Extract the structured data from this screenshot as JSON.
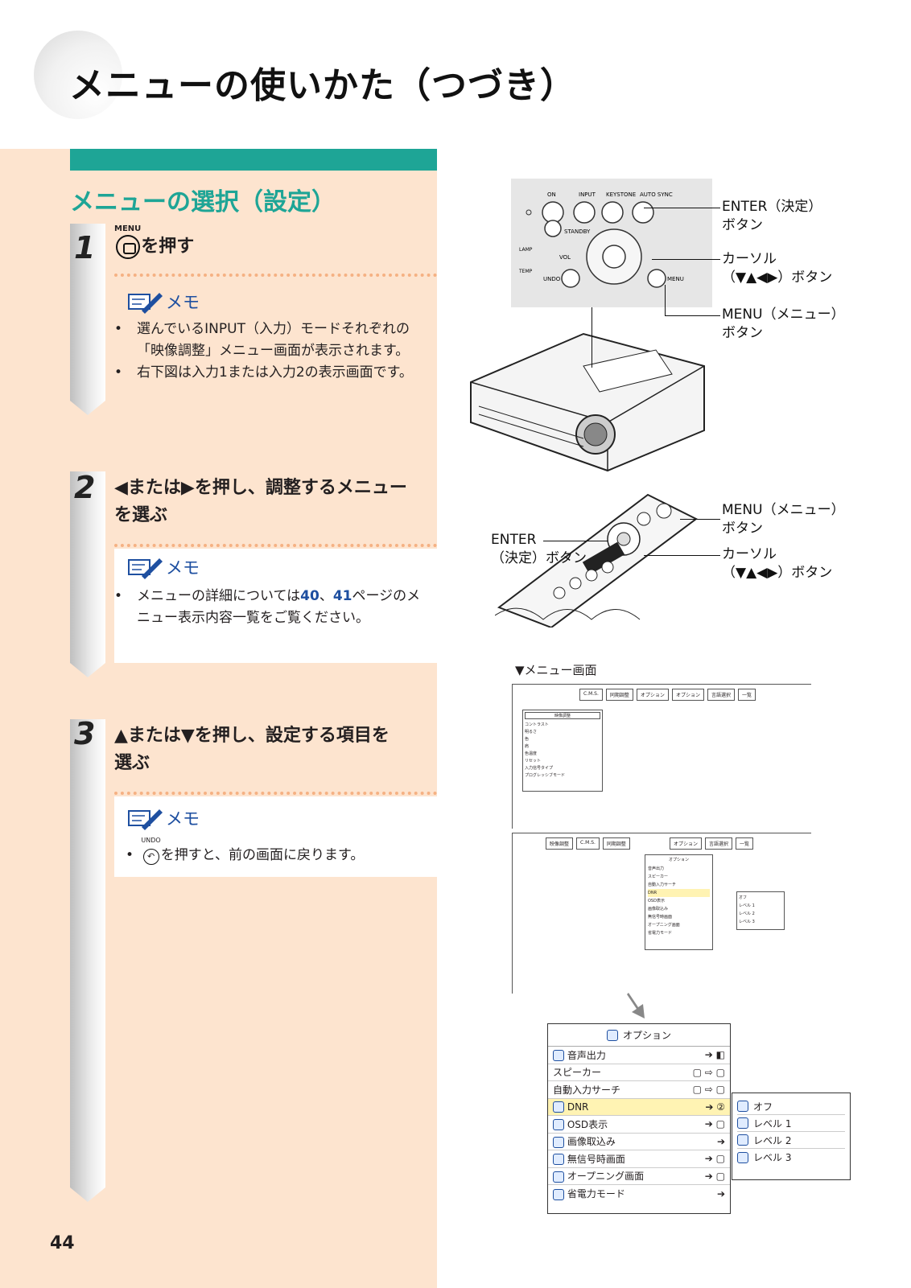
{
  "page": {
    "title": "メニューの使いかた（つづき）",
    "page_number": "44"
  },
  "section": {
    "title": "メニューの選択（設定）"
  },
  "steps": [
    {
      "number": "1",
      "menu_label": "MENU",
      "heading": "を押す"
    },
    {
      "number": "2",
      "heading_line1": "◀または▶を押し、調整するメニュー",
      "heading_line2": "を選ぶ"
    },
    {
      "number": "3",
      "heading_line1": "▲または▼を押し、設定する項目を",
      "heading_line2": "選ぶ"
    }
  ],
  "notes": {
    "memo_label": "メモ",
    "step1": [
      "選んでいるINPUT（入力）モードそれぞれの「映像調整」メニュー画面が表示されます。",
      "右下図は入力1または入力2の表示画面です。"
    ],
    "step2": {
      "prefix": "メニューの詳細については",
      "page_a": "40",
      "sep": "、",
      "page_b": "41",
      "suffix": "ページのメニュー表示内容一覧をご覧ください。"
    },
    "step3": {
      "undo_label": "UNDO",
      "text": "を押すと、前の画面に戻ります。"
    }
  },
  "projector_panel": {
    "labels": {
      "on": "ON",
      "input": "INPUT",
      "keystone": "KEYSTONE",
      "auto_sync": "AUTO SYNC",
      "standby": "STANDBY",
      "lamp": "LAMP",
      "temp": "TEMP",
      "vol": "VOL",
      "undo": "UNDO",
      "menu": "MENU"
    }
  },
  "callouts": {
    "enter_top": [
      "ENTER（決定）",
      "ボタン"
    ],
    "cursor_top": [
      "カーソル",
      "（▼▲◀▶）ボタン"
    ],
    "menu_top": [
      "MENU（メニュー）",
      "ボタン"
    ],
    "menu_remote": [
      "MENU（メニュー）",
      "ボタン"
    ],
    "cursor_remote": [
      "カーソル",
      "（▼▲◀▶）ボタン"
    ],
    "enter_remote": [
      "ENTER",
      "（決定）ボタン"
    ]
  },
  "menu_screen": {
    "caption": "▼メニュー画面",
    "top_tabs": [
      "C.M.S.",
      "同期調整",
      "オプション",
      "オプション",
      "言語選択",
      "一覧"
    ],
    "picture_menu": {
      "title": "映像調整",
      "items": [
        "コントラスト",
        "明るさ",
        "色",
        "肩",
        "色温度",
        "リセット",
        "入力信号タイプ",
        "プログレッシブモード"
      ]
    },
    "second_tabs": [
      "映像調整",
      "C.M.S.",
      "同期調整",
      "オプション",
      "言語選択",
      "一覧"
    ],
    "option_menu": {
      "title": "オプション",
      "items": [
        {
          "label": "音声出力",
          "highlight": false
        },
        {
          "label": "スピーカー",
          "highlight": false
        },
        {
          "label": "自動入力サーチ",
          "highlight": false
        },
        {
          "label": "DNR",
          "highlight": true
        },
        {
          "label": "OSD表示",
          "highlight": false
        },
        {
          "label": "画像取込み",
          "highlight": false
        },
        {
          "label": "無信号時画面",
          "highlight": false
        },
        {
          "label": "オープニング画面",
          "highlight": false
        },
        {
          "label": "省電力モード",
          "highlight": false
        }
      ]
    },
    "dnr_options": [
      "オフ",
      "レベル 1",
      "レベル 2",
      "レベル 3"
    ]
  },
  "colors": {
    "peach": "#fde4cf",
    "teal": "#1ea596",
    "blue": "#1e4fa0",
    "dots": "#f5b183"
  }
}
